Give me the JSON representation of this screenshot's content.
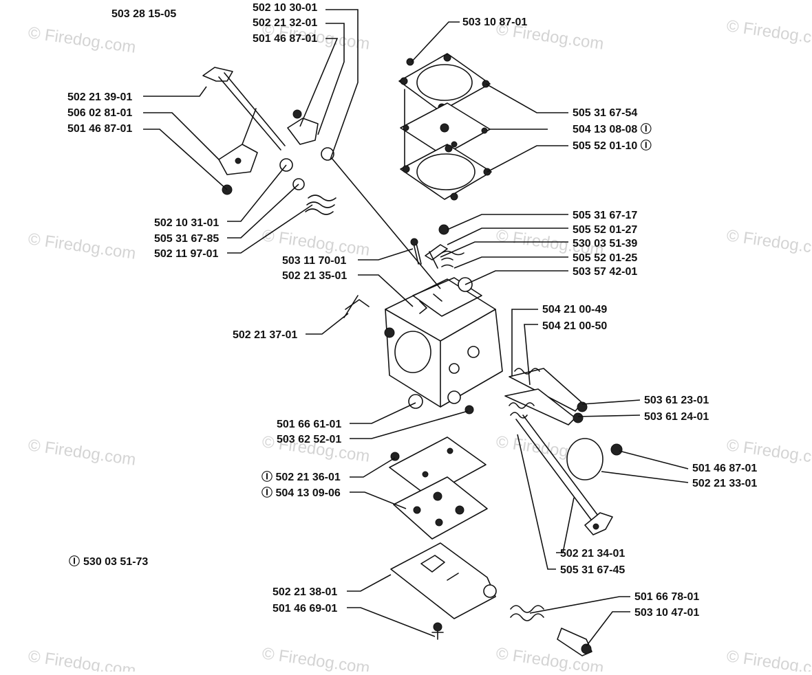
{
  "page": {
    "kit_number": "503 28 15-05",
    "kit_note_number": "530 03 51-73",
    "kit_marker": "Ⓘ"
  },
  "watermark": {
    "text": "© Firedog.com",
    "color": "#d4d4d4"
  },
  "parts": {
    "p_5021030": "502 10 30-01",
    "p_5022132": "502 21 32-01",
    "p_5014687_top": "501 46 87-01",
    "p_5031087": "503 10 87-01",
    "p_5022139": "502 21 39-01",
    "p_5060281": "506 02 81-01",
    "p_5014687_left": "501 46 87-01",
    "p_5053167_54": "505 31 67-54",
    "p_5041308_08": "504 13 08-08 Ⓘ",
    "p_5055201_10": "505 52 01-10 Ⓘ",
    "p_5021031": "502 10 31-01",
    "p_5053167_85": "505 31 67-85",
    "p_5021197": "502 11 97-01",
    "p_5053167_17": "505 31 67-17",
    "p_5055201_27": "505 52 01-27",
    "p_5300351_39": "530 03 51-39",
    "p_5055201_25": "505 52 01-25",
    "p_5031170": "503 11 70-01",
    "p_5035742": "503 57 42-01",
    "p_5022135": "502 21 35-01",
    "p_5042100_49": "504 21 00-49",
    "p_5042100_50": "504 21 00-50",
    "p_5022137": "502 21 37-01",
    "p_5036123": "503 61 23-01",
    "p_5036124": "503 61 24-01",
    "p_5016661": "501 66 61-01",
    "p_5036252": "503 62 52-01",
    "p_5014687_right": "501 46 87-01",
    "p_5022133": "502 21 33-01",
    "p_5022136": "Ⓘ 502 21 36-01",
    "p_5041309_06": "Ⓘ 504 13 09-06",
    "p_5022134": "502 21 34-01",
    "p_5053167_45": "505 31 67-45",
    "p_5022138": "502 21 38-01",
    "p_5014669": "501 46 69-01",
    "p_5016678": "501 66 78-01",
    "p_5031047": "503 10 47-01"
  }
}
